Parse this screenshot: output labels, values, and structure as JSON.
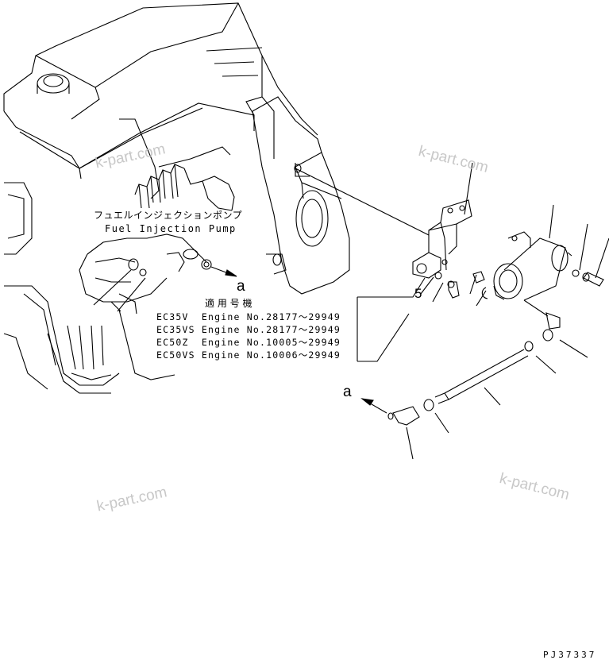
{
  "watermarks": [
    "k-part.com",
    "k-part.com",
    "k-part.com",
    "k-part.com"
  ],
  "pump_label_jp": "フュエルインジェクションポンプ",
  "pump_label_en": "Fuel Injection Pump",
  "arrow_ref_top": "a",
  "arrow_ref_bottom": "a",
  "callout_5": "5",
  "applicability": {
    "heading": "適 用 号 機",
    "lines": [
      "EC35V  Engine No.28177～29949",
      "EC35VS Engine No.28177～29949",
      "EC50Z  Engine No.10005～29949",
      "EC50VS Engine No.10006～29949"
    ]
  },
  "figure_code": "PJ37337"
}
